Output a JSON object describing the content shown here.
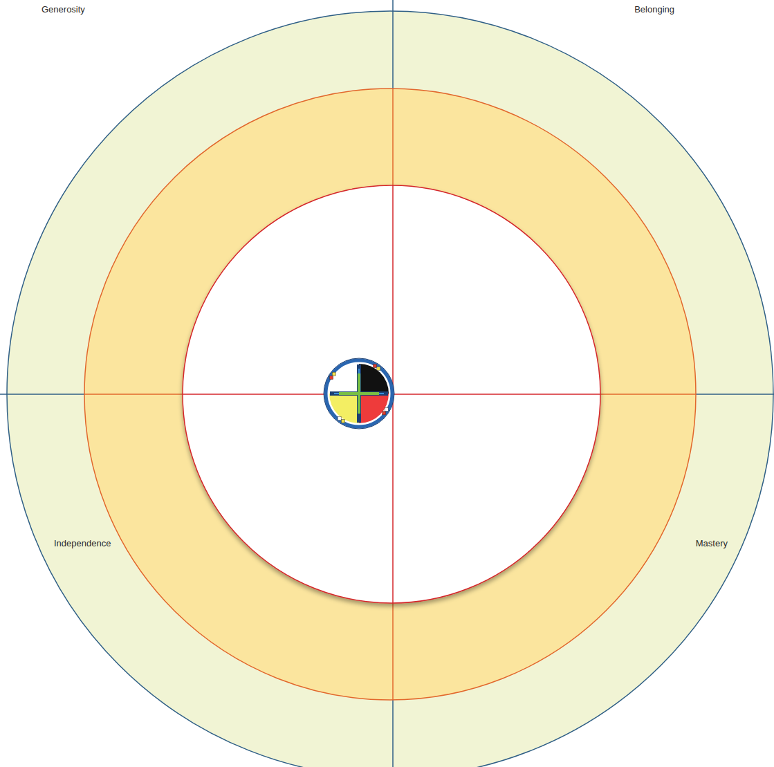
{
  "diagram": {
    "labels": [
      "Generosity",
      "Belonging",
      "Independence",
      "Mastery"
    ]
  }
}
